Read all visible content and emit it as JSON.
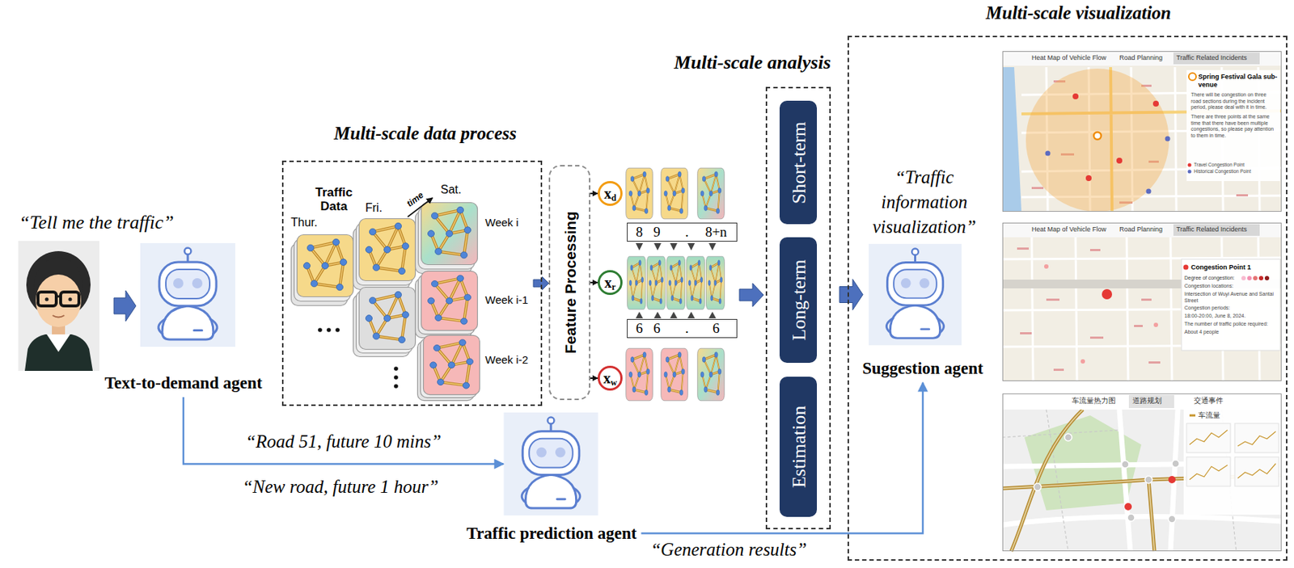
{
  "diagram": {
    "nodes": [
      {
        "text": [
          "“Tell me the traffic”"
        ]
      },
      {
        "text": [
          "Text-to-demand agent"
        ]
      },
      {
        "text": [
          "Multi-scale data process"
        ]
      },
      {
        "text": [
          "Feature Processing"
        ]
      },
      {
        "text": [
          "x",
          "d"
        ]
      },
      {
        "text": [
          "8",
          "9",
          ".",
          "8+n"
        ]
      },
      {
        "text": [
          "x",
          "r"
        ]
      },
      {
        "text": [
          "6",
          "6",
          ".",
          "6"
        ]
      },
      {
        "text": [
          "x",
          "w"
        ]
      },
      {
        "text": [
          "Traffic prediction agent"
        ]
      },
      {
        "text": [
          "Multi-scale analysis"
        ]
      },
      {
        "text": [
          "Short-term"
        ],
        "in": 10
      },
      {
        "text": [
          "Long-term"
        ],
        "in": 10
      },
      {
        "text": [
          "Estimation"
        ],
        "in": 10
      },
      {
        "text": [
          "Multi-scale visualization"
        ]
      },
      {
        "text": [
          "Suggestion agent"
        ],
        "in": 14
      },
      {
        "text": [
          "Heat Map of Vehicle Flow",
          "Road Planning",
          "Traffic Related Incidents",
          "Spring Festival Gala sub-venue",
          "There will be congestion on three road sections during the incident period, please deal with it in time.",
          "There are three points at the same time that there have been multiple congestions, so please pay attention to them in time.",
          "Travel Congestion Point",
          "Historical Congestion Point"
        ],
        "in": 14
      },
      {
        "text": [
          "Heat Map of Vehicle Flow",
          "Road Planning",
          "Traffic Related Incidents",
          "Congestion Point 1",
          "Degree of congestion:",
          "Congestion locations:",
          "Intersection of Wuyi Avenue and Santai Street",
          "Congestion periods:",
          "18:00-20:00, June 8, 2024.",
          "The number of traffic police required:",
          "About 4 people"
        ],
        "in": 14
      },
      {
        "text": [
          "车流量热力图",
          "道路规划",
          "交通事件",
          "车流量"
        ],
        "in": 14
      }
    ],
    "edges": [
      {
        "from": 0,
        "to": 1,
        "arrow": "to"
      },
      {
        "from": 1,
        "to": 9,
        "label": "“Road 51, future 10 mins”",
        "arrow": "to"
      },
      {
        "from": 2,
        "to": 3,
        "arrow": "to"
      },
      {
        "from": 3,
        "to": 4,
        "arrow": "to"
      },
      {
        "from": 3,
        "to": 6,
        "arrow": "to"
      },
      {
        "from": 3,
        "to": 8,
        "arrow": "to"
      },
      {
        "from": 10,
        "to": 15,
        "arrow": "to"
      },
      {
        "from": 9,
        "to": 15,
        "label": "“Generation results”",
        "arrow": "to"
      }
    ],
    "labels": [
      "Traffic Data",
      "Thur.",
      "Fri.",
      "Sat.",
      "time",
      "Week i",
      "Week i-1",
      "Week i-2",
      "“New road, future 1 hour”",
      "“Traffic information visualization”"
    ]
  }
}
